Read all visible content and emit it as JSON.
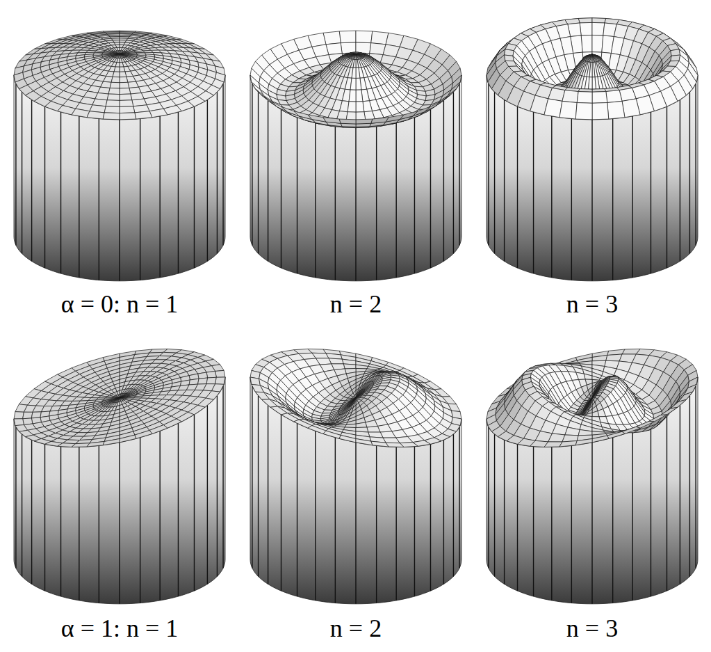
{
  "diagram": {
    "labels": [
      "α = 0: n = 1",
      "n = 2",
      "n = 3",
      "α = 1: n = 1",
      "n = 2",
      "n = 3"
    ]
  }
}
